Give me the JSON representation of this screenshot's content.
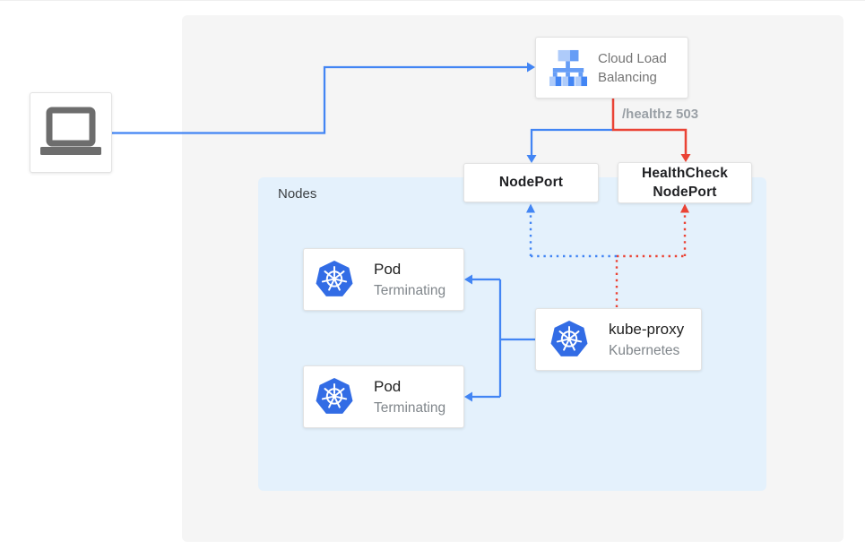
{
  "client": {
    "icon": "laptop-icon"
  },
  "cloud_load_balancing": {
    "label": "Cloud Load Balancing",
    "icon": "load-balancer-icon"
  },
  "health_check": {
    "route_label": "/healthz 503"
  },
  "node_port": {
    "label": "NodePort"
  },
  "health_check_node_port": {
    "label": "HealthCheck NodePort"
  },
  "nodes_panel": {
    "label": "Nodes"
  },
  "pods": [
    {
      "title": "Pod",
      "status": "Terminating",
      "icon": "kubernetes-icon"
    },
    {
      "title": "Pod",
      "status": "Terminating",
      "icon": "kubernetes-icon"
    }
  ],
  "kube_proxy": {
    "title": "kube-proxy",
    "subtitle": "Kubernetes",
    "icon": "kubernetes-icon"
  },
  "colors": {
    "blue": "#4285f4",
    "red": "#ea4335",
    "kubernetes_blue": "#326ce5",
    "load_balancer_light_blue": "#aecbfa",
    "load_balancer_mid_blue": "#669df6",
    "panel_gray": "#f5f5f5",
    "nodes_panel_blue": "#e4f1fc",
    "laptop_gray": "#6d6d6d",
    "text_dark": "#202124",
    "text_gray": "#757575",
    "status_text_gray": "#80868b",
    "healthz_text_gray": "#9aa0a6"
  }
}
